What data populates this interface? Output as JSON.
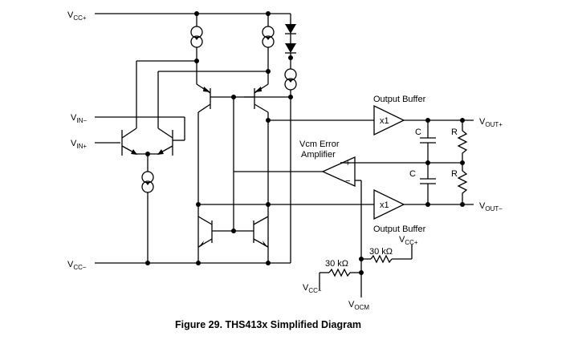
{
  "labels": {
    "vcc_pos": {
      "main": "V",
      "sub": "CC+"
    },
    "vcc_neg": {
      "main": "V",
      "sub": "CC−"
    },
    "vin_neg": {
      "main": "V",
      "sub": "IN−"
    },
    "vin_pos": {
      "main": "V",
      "sub": "IN+"
    },
    "vout_pos": {
      "main": "V",
      "sub": "OUT+"
    },
    "vout_neg": {
      "main": "V",
      "sub": "OUT−"
    },
    "vcc_pos_small": {
      "main": "V",
      "sub": "CC+"
    },
    "vcc_neg_small": {
      "main": "V",
      "sub": "CC−"
    },
    "vocm": {
      "main": "V",
      "sub": "OCM"
    }
  },
  "output_buffer_top": "Output Buffer",
  "output_buffer_bottom": "Output Buffer",
  "buffer_gain_top": "x1",
  "buffer_gain_bottom": "x1",
  "vcm_line1": "Vcm Error",
  "vcm_line2": "Amplifier",
  "plus_sign": "+",
  "minus_sign": "−",
  "cap_top": "C",
  "cap_bottom": "C",
  "res_top": "R",
  "res_bottom": "R",
  "res_30k_left": "30 kΩ",
  "res_30k_right": "30 kΩ",
  "caption": "Figure 29. THS413x Simplified Diagram"
}
